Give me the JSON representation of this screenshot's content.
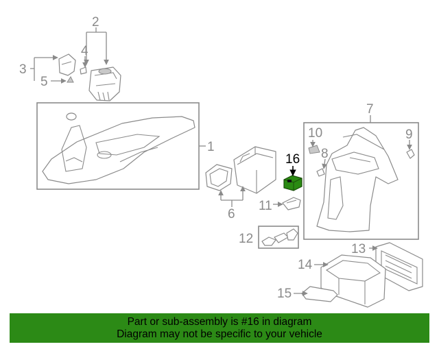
{
  "callouts": {
    "c1": "1",
    "c2": "2",
    "c3": "3",
    "c4": "4",
    "c5": "5",
    "c6": "6",
    "c7": "7",
    "c8": "8",
    "c9": "9",
    "c10": "10",
    "c11": "11",
    "c12": "12",
    "c13": "13",
    "c14": "14",
    "c15": "15",
    "c16": "16"
  },
  "highlighted_part": "16",
  "colors": {
    "banner": "#2c8a16",
    "highlight_part": "#2a8a12",
    "line": "#8a8a8a"
  },
  "banner": {
    "line1": "Part or sub-assembly is #16 in diagram",
    "line2": "Diagram may not be specific to your vehicle"
  }
}
